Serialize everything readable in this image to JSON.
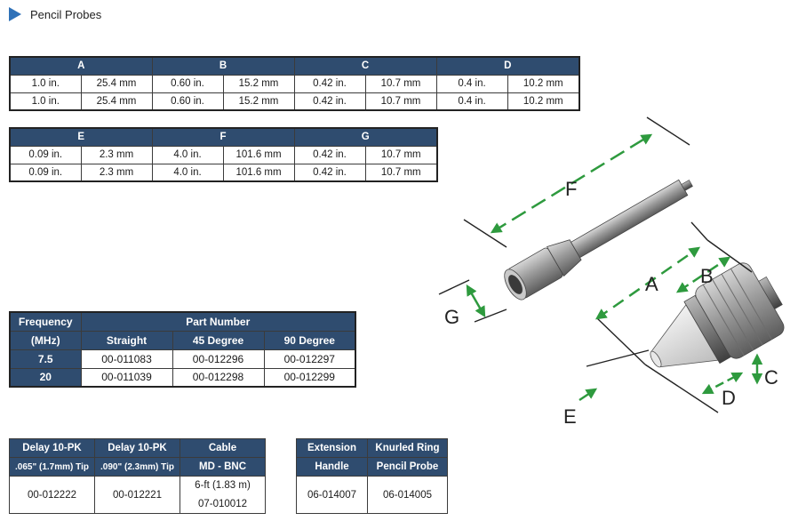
{
  "title": "Pencil Probes",
  "table1": {
    "headers": [
      "A",
      "B",
      "C",
      "D"
    ],
    "rows": [
      [
        "1.0 in.",
        "25.4 mm",
        "0.60 in.",
        "15.2 mm",
        "0.42 in.",
        "10.7 mm",
        "0.4 in.",
        "10.2 mm"
      ],
      [
        "1.0 in.",
        "25.4 mm",
        "0.60 in.",
        "15.2 mm",
        "0.42 in.",
        "10.7 mm",
        "0.4 in.",
        "10.2 mm"
      ]
    ]
  },
  "table2": {
    "headers": [
      "E",
      "F",
      "G"
    ],
    "rows": [
      [
        "0.09 in.",
        "2.3 mm",
        "4.0 in.",
        "101.6 mm",
        "0.42 in.",
        "10.7 mm"
      ],
      [
        "0.09 in.",
        "2.3 mm",
        "4.0 in.",
        "101.6 mm",
        "0.42 in.",
        "10.7 mm"
      ]
    ]
  },
  "parts": {
    "freq_label_1": "Frequency",
    "freq_label_2": "(MHz)",
    "part_number": "Part Number",
    "cols": [
      "Straight",
      "45 Degree",
      "90 Degree"
    ],
    "rows": [
      {
        "freq": "7.5",
        "values": [
          "00-011083",
          "00-012296",
          "00-012297"
        ]
      },
      {
        "freq": "20",
        "values": [
          "00-011039",
          "00-012298",
          "00-012299"
        ]
      }
    ]
  },
  "acc1": {
    "h1a": "Delay 10-PK",
    "h1b": ".065\" (1.7mm) Tip",
    "h2a": "Delay 10-PK",
    "h2b": ".090\" (2.3mm) Tip",
    "h3a": "Cable",
    "h3b": "MD - BNC",
    "v1": "00-012222",
    "v2": "00-012221",
    "v3a": "6-ft (1.83 m)",
    "v3b": "07-010012"
  },
  "acc2": {
    "h1a": "Extension",
    "h1b": "Handle",
    "h2a": "Knurled Ring",
    "h2b": "Pencil Probe",
    "v1": "06-014007",
    "v2": "06-014005"
  },
  "diagram_labels": {
    "A": "A",
    "B": "B",
    "C": "C",
    "D": "D",
    "E": "E",
    "F": "F",
    "G": "G"
  },
  "colors": {
    "header": "#2f4c6f",
    "arrow": "#2e9a3e",
    "bullet": "#2f71b8"
  }
}
